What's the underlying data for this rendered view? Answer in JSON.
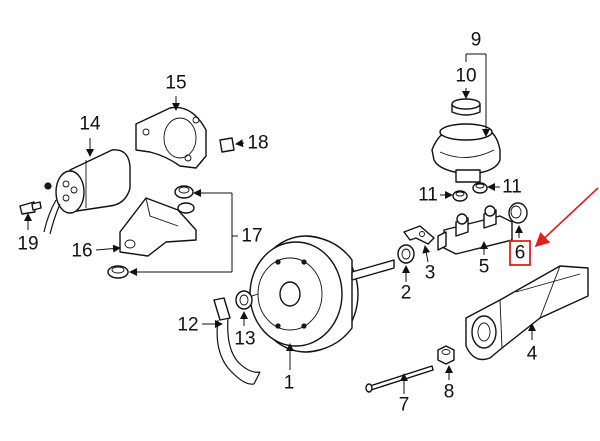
{
  "callouts": {
    "c1": "1",
    "c2": "2",
    "c3": "3",
    "c4": "4",
    "c5": "5",
    "c6": "6",
    "c7": "7",
    "c8": "8",
    "c9": "9",
    "c10": "10",
    "c11a": "11",
    "c11b": "11",
    "c12": "12",
    "c13": "13",
    "c14": "14",
    "c15": "15",
    "c16": "16",
    "c17": "17",
    "c18": "18",
    "c19": "19"
  },
  "colors": {
    "ink": "#111111",
    "highlight_box": "#e02020",
    "pointer_arrow": "#e02020",
    "background": "#ffffff"
  },
  "highlighted_callout": "6"
}
